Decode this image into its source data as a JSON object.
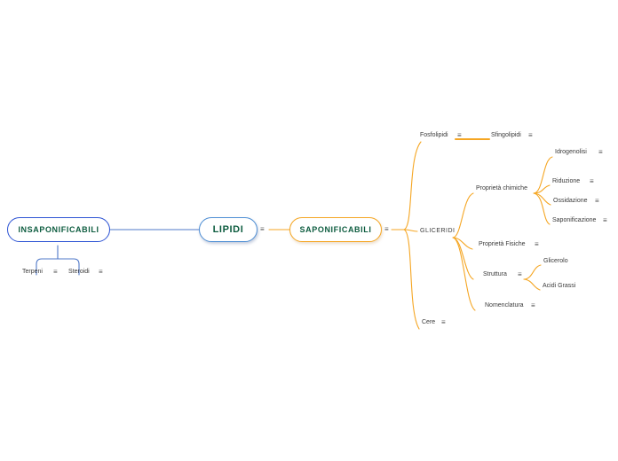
{
  "diagram": {
    "title": "Lipidi mind map",
    "colors": {
      "orange": "#f5a623",
      "blue": "#2f55d4",
      "light_blue": "#4f8fd4",
      "node_text": "#0d5c3f",
      "leaf_text": "#3a3a3a",
      "background": "#ffffff"
    },
    "icons": {
      "hamburger": "≡"
    }
  },
  "nodes": {
    "root": {
      "label": "LIPIDI"
    },
    "insaponificabili": {
      "label": "INSAPONIFICABILI"
    },
    "saponificabili": {
      "label": "SAPONIFICABILI"
    },
    "terpeni": {
      "label": "Terpeni"
    },
    "steroidi": {
      "label": "Steroidi"
    },
    "fosfolipidi": {
      "label": "Fosfolipidi"
    },
    "sfingolipidi": {
      "label": "Sfingolipidi"
    },
    "gliceridi": {
      "label": "GLICERIDI"
    },
    "cere": {
      "label": "Cere"
    },
    "proprieta_chimiche": {
      "label": "Proprietà chimiche"
    },
    "idrogenolisi": {
      "label": "Idrogenolisi"
    },
    "riduzione": {
      "label": "Riduzione"
    },
    "ossidazione": {
      "label": "Ossidazione"
    },
    "saponificazione": {
      "label": "Saponificazione"
    },
    "proprieta_fisiche": {
      "label": "Proprietà Fisiche"
    },
    "struttura": {
      "label": "Struttura"
    },
    "glicerolo": {
      "label": "Glicerolo"
    },
    "acidi_grassi": {
      "label": "Acidi Grassi"
    },
    "nomenclatura": {
      "label": "Nomenclatura"
    }
  }
}
